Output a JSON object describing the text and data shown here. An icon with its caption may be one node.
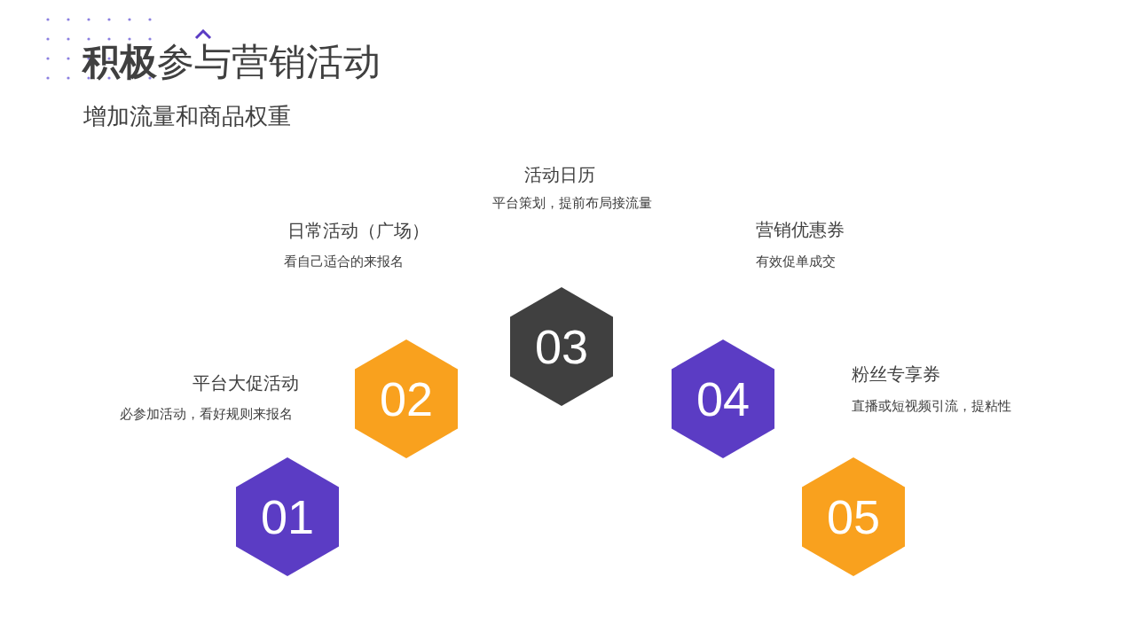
{
  "diagram": {
    "title": "**积极**参与营销活动",
    "nodes": [
      {
        "text": [
          "01"
        ],
        "beside": [
          "平台大促活动",
          "必参加活动，看好规则来报名"
        ]
      },
      {
        "text": [
          "02"
        ],
        "beside": [
          "日常活动（广场）",
          "看自己适合的来报名"
        ]
      },
      {
        "text": [
          "03"
        ],
        "beside": [
          "活动日历",
          "平台策划，提前布局接流量"
        ]
      },
      {
        "text": [
          "04"
        ],
        "beside": [
          "营销优惠券",
          "有效促单成交"
        ]
      },
      {
        "text": [
          "05"
        ],
        "beside": [
          "粉丝专享券",
          "直播或短视频引流，提粘性"
        ]
      }
    ],
    "labels": [
      "增加流量和商品权重"
    ]
  }
}
